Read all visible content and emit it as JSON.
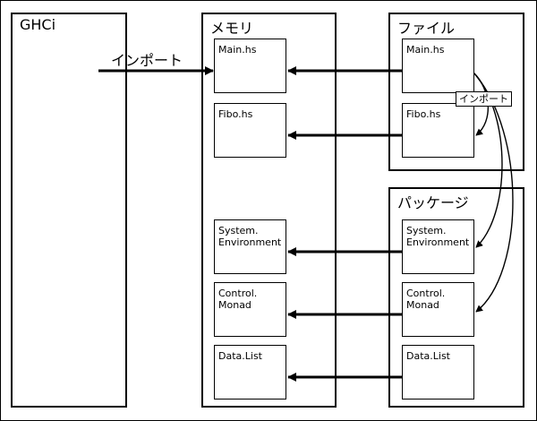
{
  "panels": {
    "ghci": "GHCi",
    "memory": "メモリ",
    "files": "ファイル",
    "packages": "パッケージ"
  },
  "labels": {
    "import_left": "インポート",
    "import_tag": "インポート"
  },
  "memory_modules": [
    {
      "name": "Main.hs"
    },
    {
      "name": "Fibo.hs"
    },
    {
      "name": "System.\nEnvironment"
    },
    {
      "name": "Control.\nMonad"
    },
    {
      "name": "Data.List"
    }
  ],
  "file_modules": [
    {
      "name": "Main.hs"
    },
    {
      "name": "Fibo.hs"
    }
  ],
  "package_modules": [
    {
      "name": "System.\nEnvironment"
    },
    {
      "name": "Control.\nMonad"
    },
    {
      "name": "Data.List"
    }
  ]
}
